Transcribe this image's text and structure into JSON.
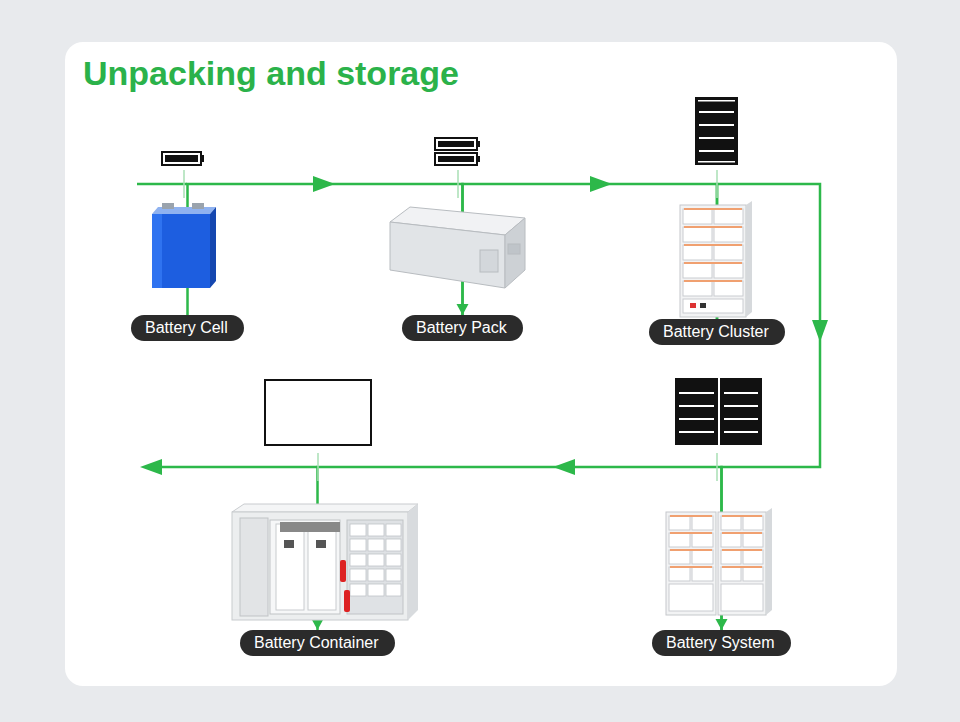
{
  "diagram": {
    "title": "Unpacking and storage",
    "nodes": [
      {
        "text": [
          "Battery Cell"
        ]
      },
      {
        "text": [
          "Battery Pack"
        ]
      },
      {
        "text": [
          "Battery Cluster"
        ]
      },
      {
        "text": [
          "Battery System"
        ]
      },
      {
        "text": [
          "Battery Container"
        ]
      }
    ],
    "edges": [
      {
        "from": 0,
        "to": 1,
        "arrow": "to"
      },
      {
        "from": 1,
        "to": 2,
        "arrow": "to"
      },
      {
        "from": 2,
        "to": 3,
        "arrow": "to"
      },
      {
        "from": 3,
        "to": 4,
        "arrow": "to"
      }
    ]
  }
}
